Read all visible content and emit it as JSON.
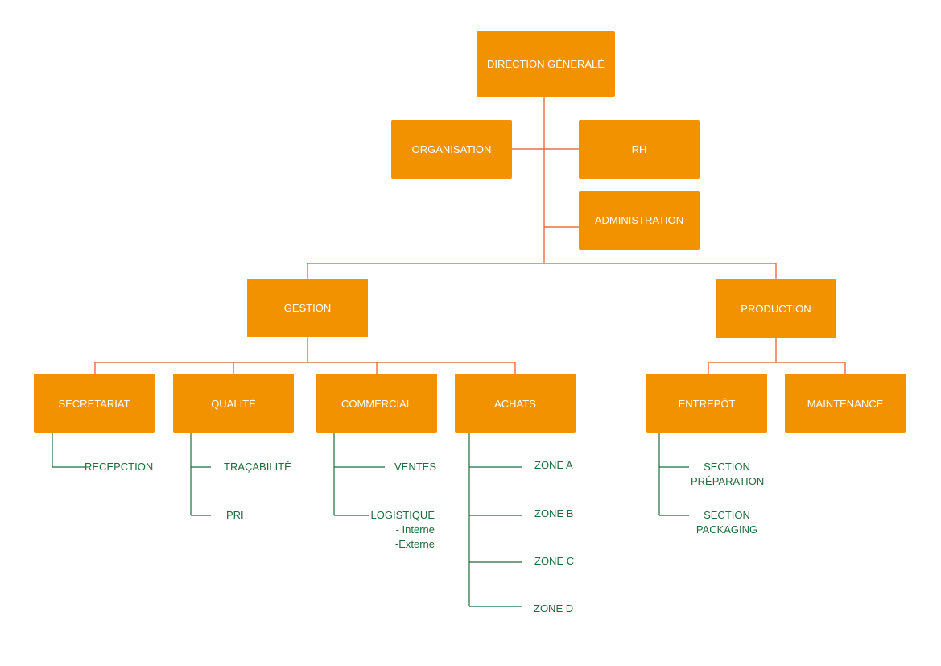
{
  "colors": {
    "box_fill": "#f39200",
    "box_text": "#ffffff",
    "org_line": "#e8541e",
    "sub_line": "#1f6b3a",
    "sub_text": "#1f6b3a"
  },
  "boxes": {
    "direction": "DIRECTION GÉNERALÉ",
    "organisation": "ORGANISATION",
    "rh": "RH",
    "administration": "ADMINISTRATION",
    "gestion": "GESTION",
    "production": "PRODUCTION",
    "secretariat": "SECRETARIAT",
    "qualite": "QUALITÉ",
    "commercial": "COMMERCIAL",
    "achats": "ACHATS",
    "entrepot": "ENTREPÔT",
    "maintenance": "MAINTENANCE"
  },
  "subs": {
    "reception": "RECEPCTION",
    "tracabilite": "TRAÇABILITÉ",
    "pri": "PRI",
    "ventes": "VENTES",
    "logistique": "LOGISTIQUE",
    "interne": "- Interne",
    "externe": "-Externe",
    "zone_a": "ZONE A",
    "zone_b": "ZONE B",
    "zone_c": "ZONE C",
    "zone_d": "ZONE D",
    "section_prep_1": "SECTION",
    "section_prep_2": "PRÉPARATION",
    "section_pack_1": "SECTION",
    "section_pack_2": "PACKAGING"
  }
}
